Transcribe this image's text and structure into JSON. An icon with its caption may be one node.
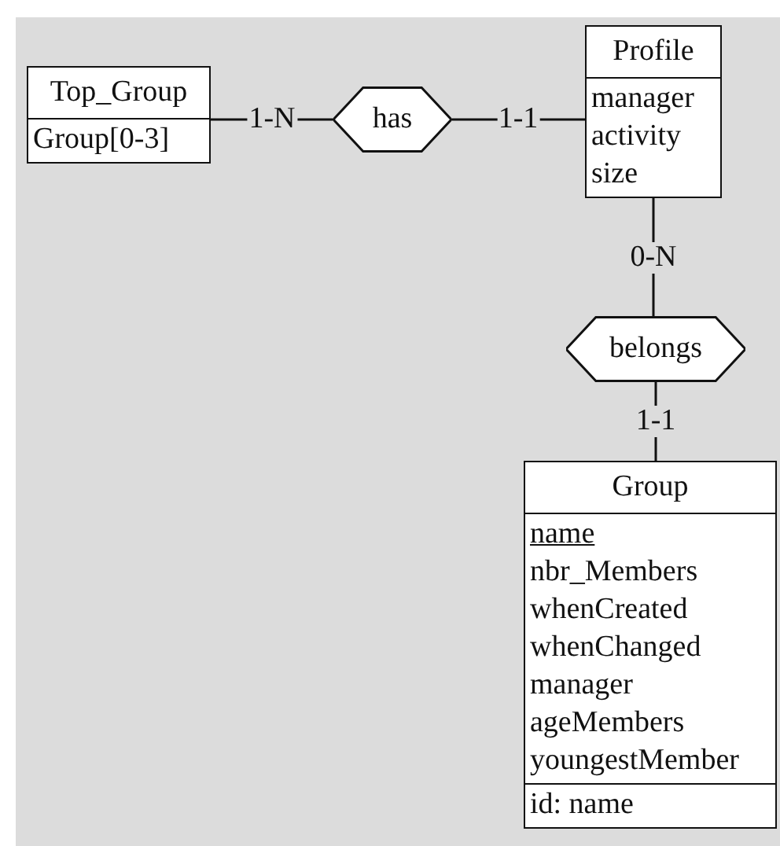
{
  "diagram": {
    "nodes": [
      {
        "text": [
          "Top_Group",
          "Group[0-3]"
        ]
      },
      {
        "text": [
          "has"
        ]
      },
      {
        "text": [
          "Profile",
          "manager",
          "activity",
          "size"
        ]
      },
      {
        "text": [
          "belongs"
        ]
      },
      {
        "text": [
          "Group",
          "name",
          "nbr_Members",
          "whenCreated",
          "whenChanged",
          "manager",
          "ageMembers",
          "youngestMember",
          "id: name"
        ]
      }
    ],
    "edges": [
      {
        "from": 0,
        "to": 1,
        "arrow": "none",
        "label": "1-N"
      },
      {
        "from": 1,
        "to": 2,
        "arrow": "none",
        "label": "1-1"
      },
      {
        "from": 2,
        "to": 3,
        "arrow": "none",
        "label": "0-N"
      },
      {
        "from": 3,
        "to": 4,
        "arrow": "none",
        "label": "1-1"
      }
    ]
  }
}
